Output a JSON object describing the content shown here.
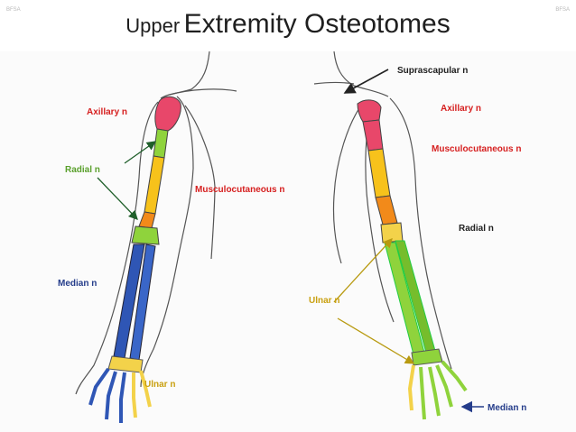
{
  "header": {
    "left_mark": "BFSA",
    "right_mark": "BFSA",
    "title_small": "Upper",
    "title_big": "Extremity Osteotomes"
  },
  "figure": {
    "left_arm": {
      "axillary": "Axillary n",
      "radial": "Radial n",
      "musculocutaneous": "Musculocutaneous n",
      "median": "Median n",
      "ulnar": "Ulnar n"
    },
    "right_arm": {
      "suprascapular": "Suprascapular n",
      "axillary": "Axillary n",
      "musculocutaneous": "Musculocutaneous n",
      "radial": "Radial n",
      "ulnar": "Ulnar n",
      "median": "Median n"
    },
    "colors": {
      "axillary": "#e8476a",
      "radial": "#8fd33c",
      "musculocutaneous": "#f7a21b",
      "median": "#2f56b5",
      "ulnar": "#f3d24a",
      "suprascapular": "#e8476a"
    }
  }
}
